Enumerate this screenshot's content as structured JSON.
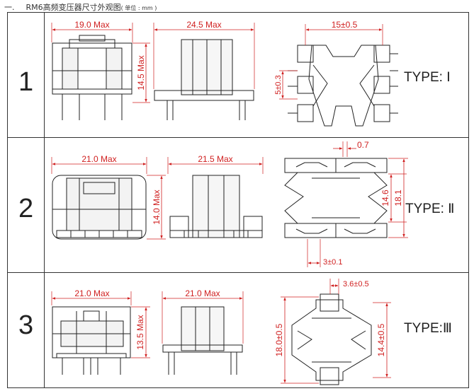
{
  "heading": {
    "number": "一.",
    "title": "RM6高频变压器尺寸外观图",
    "unit": "( 单位 : mm )"
  },
  "rows": [
    {
      "number": "1",
      "type_label": "TYPE: Ⅰ",
      "dims": {
        "front_width": "19.0 Max",
        "front_height": "14.5 Max",
        "side_width": "24.5 Max",
        "pin_span": "15±0.5",
        "pin_pitch": "5±0.3"
      }
    },
    {
      "number": "2",
      "type_label": "TYPE: Ⅱ",
      "dims": {
        "front_width": "21.0 Max",
        "front_height": "14.0 Max",
        "side_width": "21.5 Max",
        "slot": "0.7",
        "inner_span": "14.6",
        "outer_span": "18.1",
        "pin_pitch": "3±0.1"
      }
    },
    {
      "number": "3",
      "type_label": "TYPE:Ⅲ",
      "dims": {
        "front_width": "21.0 Max",
        "front_height": "13.5 Max",
        "side_width": "21.0 Max",
        "pin_pitch": "3.6±0.5",
        "outer_span": "18.0±0.5",
        "inner_span": "14.4±0.5"
      }
    }
  ]
}
